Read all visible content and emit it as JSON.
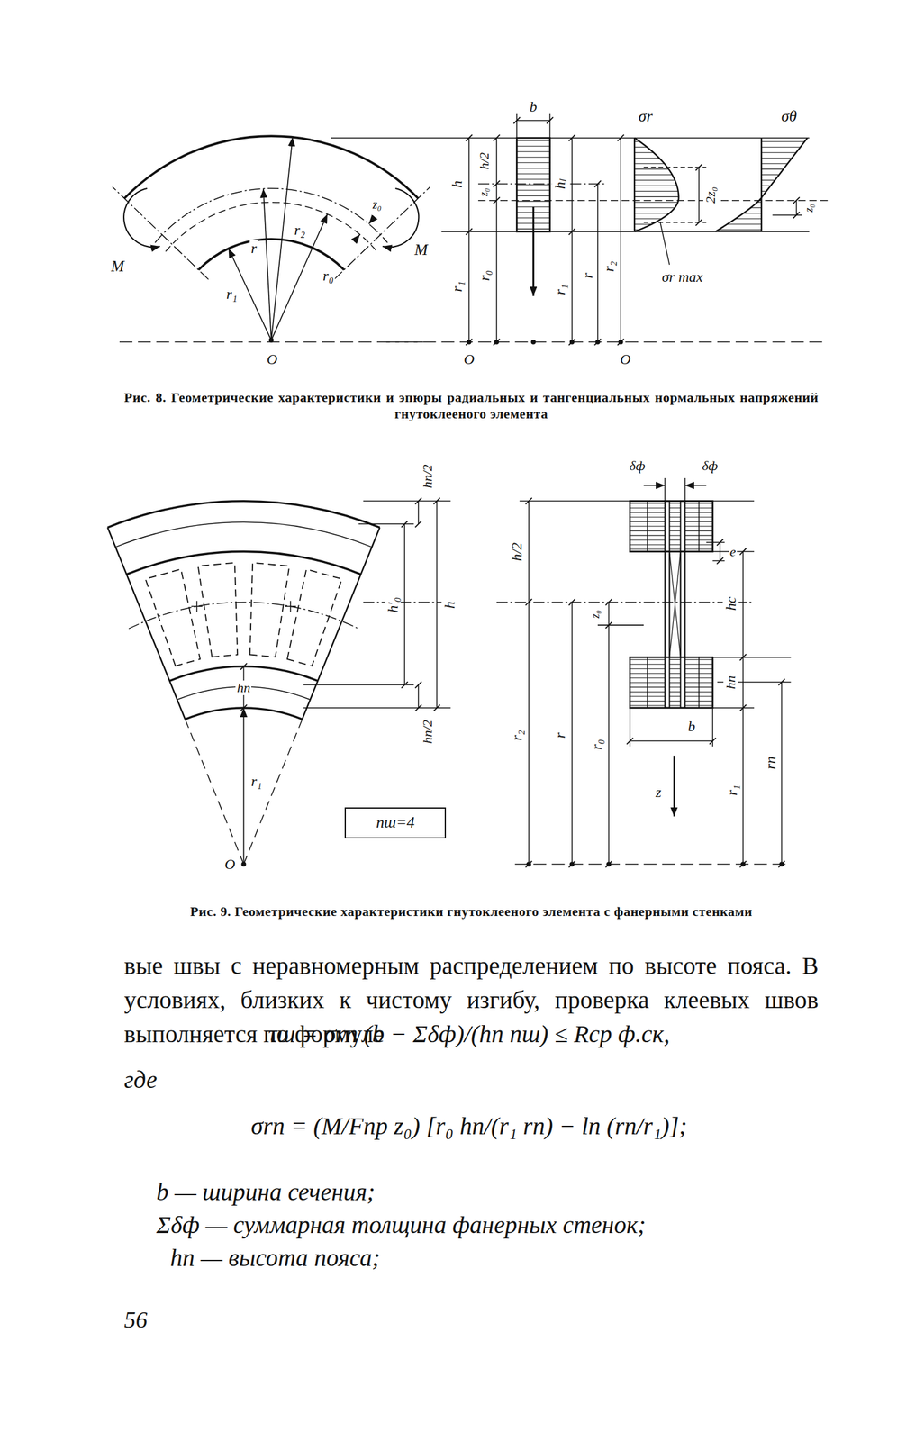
{
  "diagram": {
    "nodes": [
      {
        "text": [
          "nш=4"
        ]
      }
    ],
    "labels": [
      "M",
      "M",
      "r₁",
      "r",
      "r₂",
      "r₀",
      "z₀",
      "O",
      "b",
      "h",
      "h/2",
      "z₀",
      "hₗ",
      "r₁",
      "r₀",
      "r₁",
      "r",
      "r₂",
      "O",
      "O",
      "σr",
      "σθ",
      "2z₀",
      "z₀",
      "σr max",
      "Рис. 8. Геометрические характеристики и эпюры радиальных и тангенциальных нормальных напряжений гнутоклееного элемента",
      "hп/2",
      "h'₀",
      "h",
      "hп",
      "hп/2",
      "r₁",
      "O",
      "δф",
      "δф",
      "e",
      "hс",
      "h/2",
      "z₀",
      "r₂",
      "r",
      "r₀",
      "hп",
      "b",
      "z",
      "r₁",
      "rп",
      "Рис. 9. Геометрические характеристики гнутоклееного элемента с фанерными стенками",
      "вые швы с неравномерным распределением по высоте пояса. В условиях, близких к чистому изгибу, проверка клеевых швов выполняется по формуле",
      "τш = σrп (b − Σδф)/(hп nш) ≤ Rср ф.ск,",
      "где",
      "σrп = (M/Fпр z₀) [r₀ hп/(r₁ rп) − ln (rп/r₁)];",
      "b — ширина сечения;",
      "Σδф — суммарная толщина фанерных стенок;",
      "hп — высота пояса;",
      "56"
    ]
  }
}
